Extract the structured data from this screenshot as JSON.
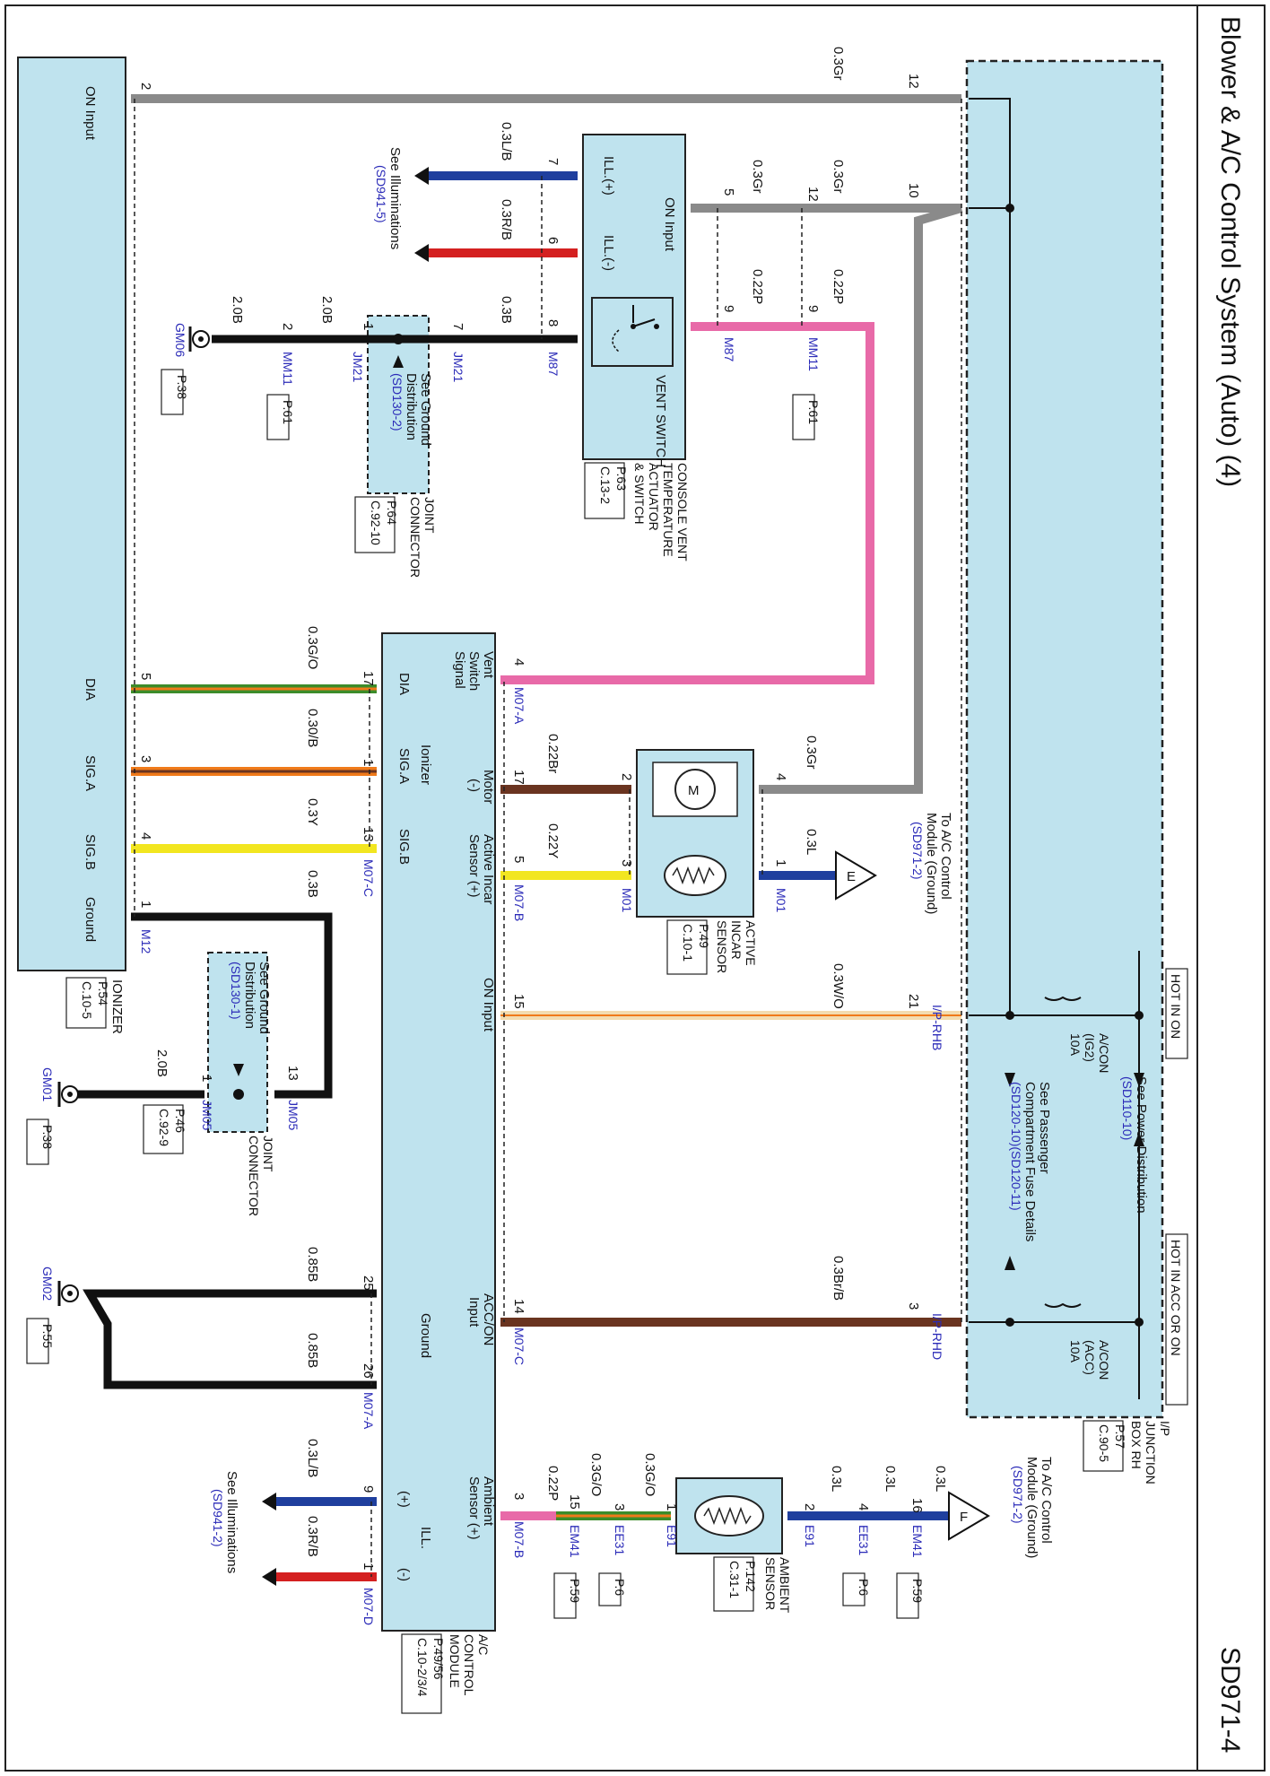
{
  "page": {
    "title": "Blower & A/C Control System (Auto) (4)",
    "code": "SD971-4"
  },
  "components": {
    "ionizer": {
      "label_line1": "IONIZER",
      "page_ref": "P.54",
      "conn_ref": "C.10-5",
      "pin_on_input": "ON Input",
      "pin_dia": "DIA",
      "pin_siga": "SIG.A",
      "pin_sigb": "SIG.B",
      "pin_ground": "Ground"
    },
    "console_switch": {
      "label_line1": "CONSOLE VENT",
      "label_line2": "TEMPERATURE",
      "label_line3": "ACTUATOR",
      "label_line4": "& SWITCH",
      "page_ref": "P.63",
      "conn_ref": "C.13-2",
      "pin_ill_plus": "ILL.(+)",
      "pin_ill_minus": "ILL.(-)",
      "pin_on_input": "ON Input",
      "vent_switch": "VENT SWITCH"
    },
    "joint_jm21": {
      "label_line1": "JOINT",
      "label_line2": "CONNECTOR",
      "page_ref": "P.64",
      "conn_ref": "C.92-10",
      "see1": "See Ground",
      "see2": "Distribution",
      "see3": "(SD130-2)"
    },
    "joint_jm05": {
      "label_line1": "JOINT",
      "label_line2": "CONNECTOR",
      "page_ref": "P.46",
      "conn_ref": "C.92-9",
      "see1": "See Ground",
      "see2": "Distribution",
      "see3": "(SD130-1)"
    },
    "incar_sensor": {
      "label_line1": "ACTIVE",
      "label_line2": "INCAR",
      "label_line3": "SENSOR",
      "page_ref": "P.49",
      "conn_ref": "C.10-1",
      "to1": "To A/C Control",
      "to2": "Module (Ground)",
      "to3": "(SD971-2)",
      "connector_e": "E"
    },
    "ac_module": {
      "label_line1": "A/C",
      "label_line2": "CONTROL",
      "label_line3": "MODULE",
      "page_ref": "P.49/56",
      "conn_ref": "C.10-2/3/4",
      "vent_switch_signal_1": "Vent",
      "vent_switch_signal_2": "Switch",
      "vent_switch_signal_3": "Signal",
      "dia": "DIA",
      "ionizer": "Ionizer",
      "siga": "SIG.A",
      "sigb": "SIG.B",
      "motor_1": "Motor",
      "motor_2": "(-)",
      "incar_1": "Active Incar",
      "incar_2": "Sensor (+)",
      "on_input": "ON Input",
      "acc_on_1": "ACC/ON",
      "acc_on_2": "Input",
      "ground": "Ground",
      "ambient_1": "Ambient",
      "ambient_2": "Sensor (+)",
      "ill": "ILL.",
      "ill_plus": "(+)",
      "ill_minus": "(-)"
    },
    "junction_box": {
      "label_line1": "I/P",
      "label_line2": "JUNCTION",
      "label_line3": "BOX RH",
      "page_ref": "P.57",
      "conn_ref": "C.90-5",
      "hot_in_on": "HOT IN ON",
      "hot_in_acc_or_on": "HOT IN ACC OR ON",
      "fuse_ig2_1": "A/CON",
      "fuse_ig2_2": "(IG2)",
      "fuse_ig2_3": "10A",
      "fuse_acc_1": "A/CON",
      "fuse_acc_2": "(ACC)",
      "fuse_acc_3": "10A",
      "see_power_1": "See Power Distribution",
      "see_power_2": "(SD110-10)",
      "see_fuse_1": "See Passenger",
      "see_fuse_2": "Compartment Fuse Details",
      "see_fuse_3": "(SD120-10)(SD120-11)"
    },
    "ambient_sensor": {
      "label_line1": "AMBIENT",
      "label_line2": "SENSOR",
      "page_ref": "P.142",
      "conn_ref": "C.31-1",
      "to1": "To A/C Control",
      "to2": "Module (Ground)",
      "to3": "(SD971-2)",
      "connector_f": "F"
    },
    "see_illum_top": {
      "line1": "See Illuminations",
      "line2": "(SD941-5)"
    },
    "see_illum_bottom": {
      "line1": "See Illuminations",
      "line2": "(SD941-2)"
    },
    "motor_symbol": "M"
  },
  "wires": {
    "w_03gr": "0.3Gr",
    "w_03lb": "0.3L/B",
    "w_03rb": "0.3R/B",
    "w_03b": "0.3B",
    "w_20b": "2.0B",
    "w_022p": "0.22P",
    "w_03go": "0.3G/O",
    "w_030ob": "0.30/B",
    "w_03y": "0.3Y",
    "w_022br": "0.22Br",
    "w_022y": "0.22Y",
    "w_03l": "0.3L",
    "w_03wo": "0.3W/O",
    "w_085b": "0.85B",
    "w_03brb": "0.3Br/B"
  },
  "connectors": {
    "m87": "M87",
    "mm11": "MM11",
    "jm21": "JM21",
    "gm06": "GM06",
    "m12": "M12",
    "jm05": "JM05",
    "gm01": "GM01",
    "gm02": "GM02",
    "m07a": "M07-A",
    "m07b": "M07-B",
    "m07c": "M07-C",
    "m07d": "M07-D",
    "m01": "M01",
    "iprhb": "I/P-RHB",
    "iprhd": "I/P-RHD",
    "e91": "E91",
    "ee31": "EE31",
    "em41": "EM41"
  },
  "page_refs": {
    "p38": "P.38",
    "p61": "P.61",
    "p55": "P.55",
    "p6": "P.6",
    "p59": "P.59"
  },
  "pins": {
    "p1": "1",
    "p2": "2",
    "p3": "3",
    "p4": "4",
    "p5": "5",
    "p6": "6",
    "p7": "7",
    "p8": "8",
    "p9": "9",
    "p10": "10",
    "p12": "12",
    "p13": "13",
    "p14": "14",
    "p15": "15",
    "p16": "16",
    "p17": "17",
    "p21": "21",
    "p25": "25",
    "p26": "26"
  },
  "colors": {
    "component_fill": "#bfe3ee",
    "wire_gray": "#8a8a8a",
    "wire_pink": "#e86aa8",
    "wire_blue": "#1f3f9e",
    "wire_red": "#d42020",
    "wire_black": "#111111",
    "wire_green": "#3c8c2a",
    "wire_orange": "#f07a1a",
    "wire_yellow": "#f2e620",
    "wire_brown": "#6a3420",
    "wire_cream": "#f3dcb0",
    "ref_blue": "#2b2bb8"
  }
}
